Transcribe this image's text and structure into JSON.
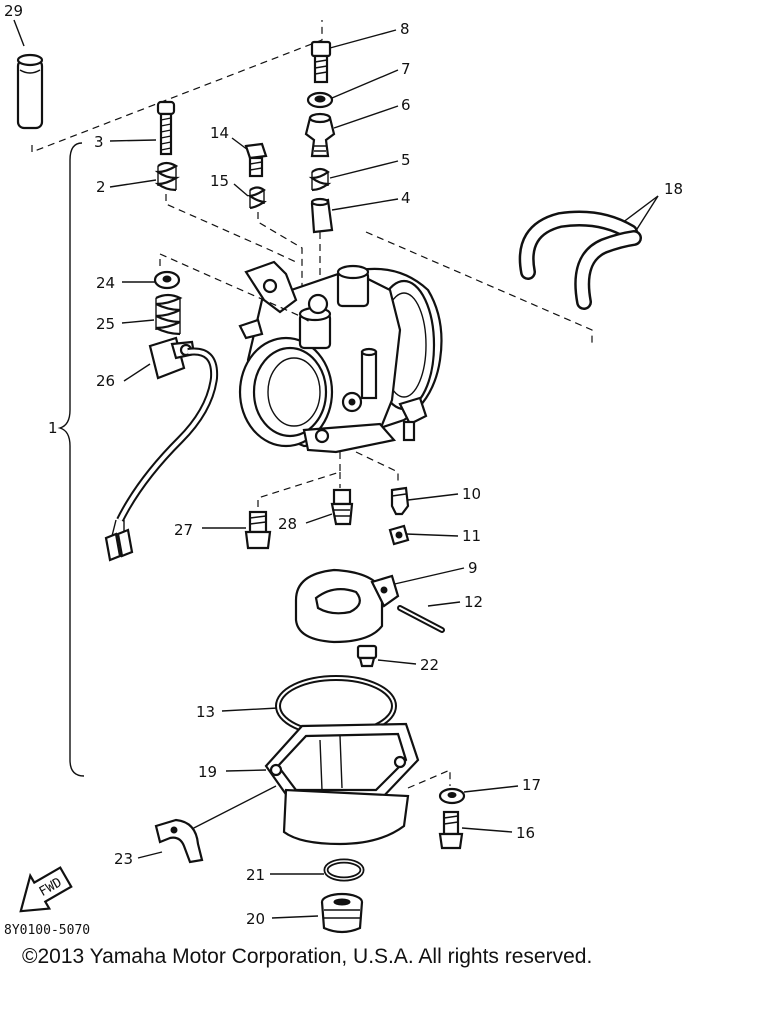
{
  "diagram": {
    "part_labels": {
      "p1": "1",
      "p2": "2",
      "p3": "3",
      "p4": "4",
      "p5": "5",
      "p6": "6",
      "p7": "7",
      "p8": "8",
      "p9": "9",
      "p10": "10",
      "p11": "11",
      "p12": "12",
      "p13": "13",
      "p14": "14",
      "p15": "15",
      "p16": "16",
      "p17": "17",
      "p18": "18",
      "p19": "19",
      "p20": "20",
      "p21": "21",
      "p22": "22",
      "p23": "23",
      "p24": "24",
      "p25": "25",
      "p26": "26",
      "p27": "27",
      "p28": "28",
      "p29": "29"
    },
    "fwd_label": "FWD",
    "diagram_code": "8Y0100-5070",
    "copyright": "©2013 Yamaha Motor Corporation, U.S.A. All rights reserved."
  }
}
